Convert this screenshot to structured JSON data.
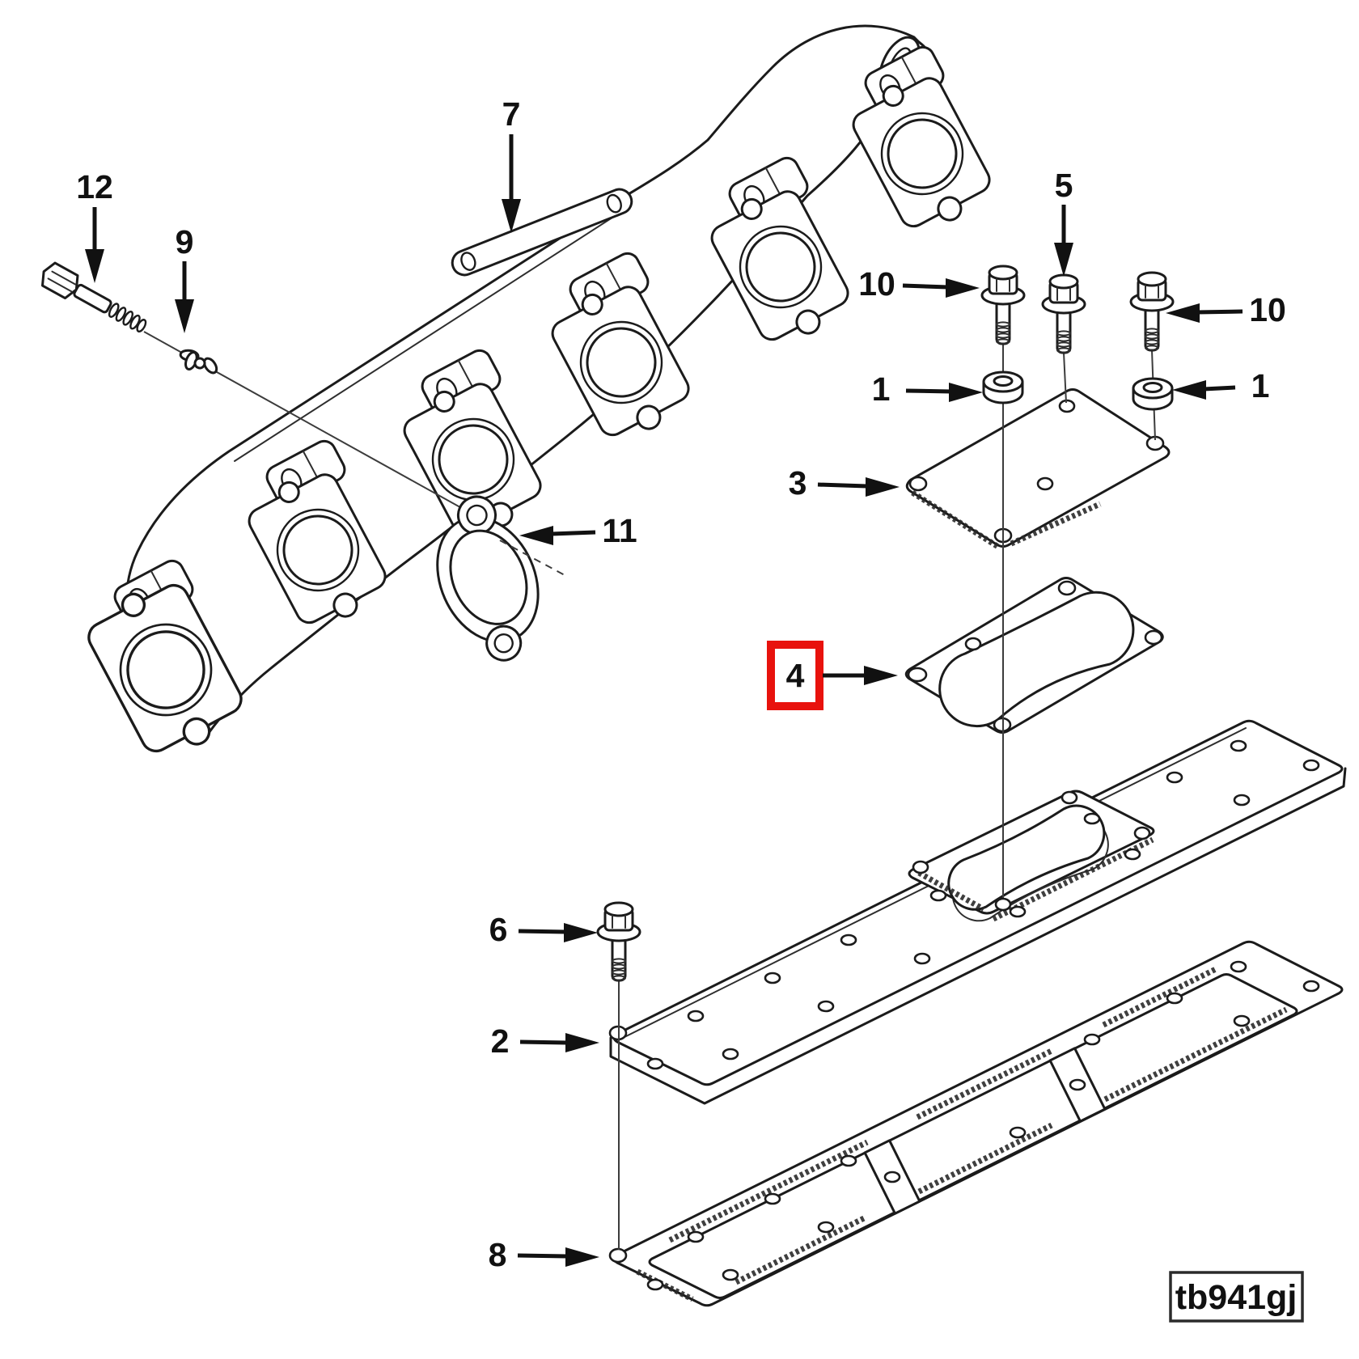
{
  "figure": {
    "code": "tb941gj"
  },
  "colors": {
    "highlight": "#e8120d",
    "line": "#1b1b1b",
    "background": "#ffffff"
  },
  "callouts": [
    {
      "label": "7",
      "points_to": "manifold-mounting-strap",
      "highlighted": false
    },
    {
      "label": "12",
      "points_to": "hex-bolt-diagonal",
      "highlighted": false
    },
    {
      "label": "9",
      "points_to": "retainer-clip",
      "highlighted": false
    },
    {
      "label": "10",
      "points_to": "flange-bolt-left",
      "highlighted": false
    },
    {
      "label": "5",
      "points_to": "flange-bolt-middle",
      "highlighted": false
    },
    {
      "label": "10",
      "points_to": "flange-bolt-right",
      "highlighted": false
    },
    {
      "label": "1",
      "points_to": "spacer-washer-left",
      "highlighted": false
    },
    {
      "label": "1",
      "points_to": "spacer-washer-right",
      "highlighted": false
    },
    {
      "label": "3",
      "points_to": "cover-plate",
      "highlighted": false
    },
    {
      "label": "11",
      "points_to": "exhaust-port-gasket",
      "highlighted": false
    },
    {
      "label": "4",
      "points_to": "connection-gasket",
      "highlighted": true
    },
    {
      "label": "6",
      "points_to": "flange-bolt-cover",
      "highlighted": false
    },
    {
      "label": "2",
      "points_to": "intake-manifold-cover",
      "highlighted": false
    },
    {
      "label": "8",
      "points_to": "intake-cover-gasket",
      "highlighted": false
    }
  ]
}
